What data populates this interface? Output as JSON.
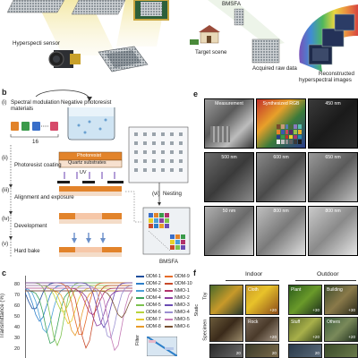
{
  "panel_a": {
    "sensor_label": "Hyperspecti sensor",
    "bmsfa_top": "BMSFA",
    "target_scene": "Target scene",
    "acquired": "Acquired raw data",
    "reconstructed": [
      "Reconstructed",
      "hyperspectral images"
    ]
  },
  "panel_b": {
    "letter": "b",
    "materials": [
      "Spectral modulation",
      "materials"
    ],
    "count": "16",
    "negative": "Negative photoresist",
    "photoresist": "Photoresist",
    "quartz": "Quartz substrates",
    "uv": "UV",
    "steps": [
      {
        "num": "(ii)",
        "text": "Photoresist coating"
      },
      {
        "num": "(iii)",
        "text": "Alignment and exposure"
      },
      {
        "num": "(iv)",
        "text": "Development"
      },
      {
        "num": "(v)",
        "text": "Hard bake"
      }
    ],
    "step_i": "(i)",
    "nesting_num": "(vi)",
    "nesting": "Nesting",
    "bmsfa": "BMSFA"
  },
  "panel_c": {
    "letter": "c",
    "ylabel": "Transmittance (%)",
    "ticks": [
      "80",
      "70",
      "60",
      "50",
      "40",
      "30",
      "20"
    ],
    "filter_label": "Filter",
    "legend": [
      {
        "name": "ODM-1",
        "color": "#1f4e9c"
      },
      {
        "name": "ODM-2",
        "color": "#2d7fc9"
      },
      {
        "name": "ODM-3",
        "color": "#4aa0d8"
      },
      {
        "name": "ODM-4",
        "color": "#3aa15a"
      },
      {
        "name": "ODM-5",
        "color": "#7cc24e"
      },
      {
        "name": "ODM-6",
        "color": "#b7d43b"
      },
      {
        "name": "ODM-7",
        "color": "#e6cc2f"
      },
      {
        "name": "ODM-8",
        "color": "#e89b2a"
      },
      {
        "name": "ODM-9",
        "color": "#e56b2a"
      },
      {
        "name": "ODM-10",
        "color": "#c94a2a"
      },
      {
        "name": "NMO-1",
        "color": "#b0316a"
      },
      {
        "name": "NMO-2",
        "color": "#8b3fa0"
      },
      {
        "name": "NMO-3",
        "color": "#6a4cb3"
      },
      {
        "name": "NMO-4",
        "color": "#9b8fd1"
      },
      {
        "name": "NMO-5",
        "color": "#c47ab5"
      },
      {
        "name": "NMO-6",
        "color": "#7a5234"
      }
    ]
  },
  "panel_e": {
    "letter": "e",
    "headers": [
      "Measurement",
      "Synthesized RGB",
      "450 nm"
    ],
    "row2": [
      "500 nm",
      "600 nm",
      "650 nm"
    ],
    "row3": [
      "50 nm",
      "800 nm",
      "800 nm"
    ]
  },
  "panel_f": {
    "letter": "f",
    "indoor": "Indoor",
    "outdoor": "Outdoor",
    "static": "Static",
    "side": [
      "Toy",
      "Specimen"
    ],
    "tiles": [
      {
        "name": "Cloth",
        "num": "+20"
      },
      {
        "name": "Plant",
        "num": "+30"
      },
      {
        "name": "Building",
        "num": "+30"
      },
      {
        "name": "Rock",
        "num": "+20"
      },
      {
        "name": "Stuff",
        "num": "+20"
      },
      {
        "name": "Others",
        "num": "+20"
      }
    ],
    "bottom_nums": [
      "20",
      "20",
      "20"
    ]
  }
}
